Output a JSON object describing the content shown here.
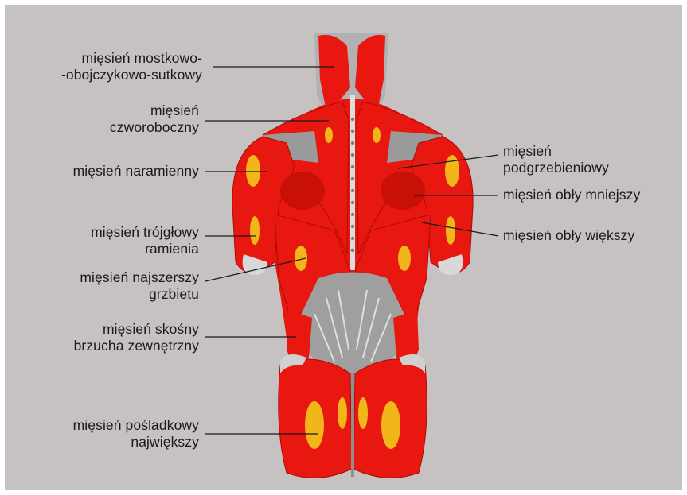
{
  "colors": {
    "background": "#c6c2c2",
    "muscle": "#e8170f",
    "highlight": "#f3d21c",
    "skin_gray": "#a9a9a9",
    "leader": "#1a1a1a"
  },
  "labels_left": [
    {
      "id": "sternocleidomastoid",
      "lines": [
        "mięsień mostkowo-",
        "-obojczykowo-sutkowy"
      ]
    },
    {
      "id": "trapezius",
      "lines": [
        "mięsień",
        "czworoboczny"
      ]
    },
    {
      "id": "deltoid",
      "lines": [
        "mięsień naramienny"
      ]
    },
    {
      "id": "triceps",
      "lines": [
        "mięsień trójgłowy",
        "ramienia"
      ]
    },
    {
      "id": "latissimus",
      "lines": [
        "mięsień najszerszy",
        "grzbietu"
      ]
    },
    {
      "id": "external-oblique",
      "lines": [
        "mięsień skośny",
        "brzucha zewnętrzny"
      ]
    },
    {
      "id": "gluteus-maximus",
      "lines": [
        "mięsień pośladkowy",
        "największy"
      ]
    }
  ],
  "labels_right": [
    {
      "id": "infraspinatus",
      "lines": [
        "mięsień",
        "podgrzebieniowy"
      ]
    },
    {
      "id": "teres-minor",
      "lines": [
        "mięsień obły mniejszy"
      ]
    },
    {
      "id": "teres-major",
      "lines": [
        "mięsień obły większy"
      ]
    }
  ]
}
